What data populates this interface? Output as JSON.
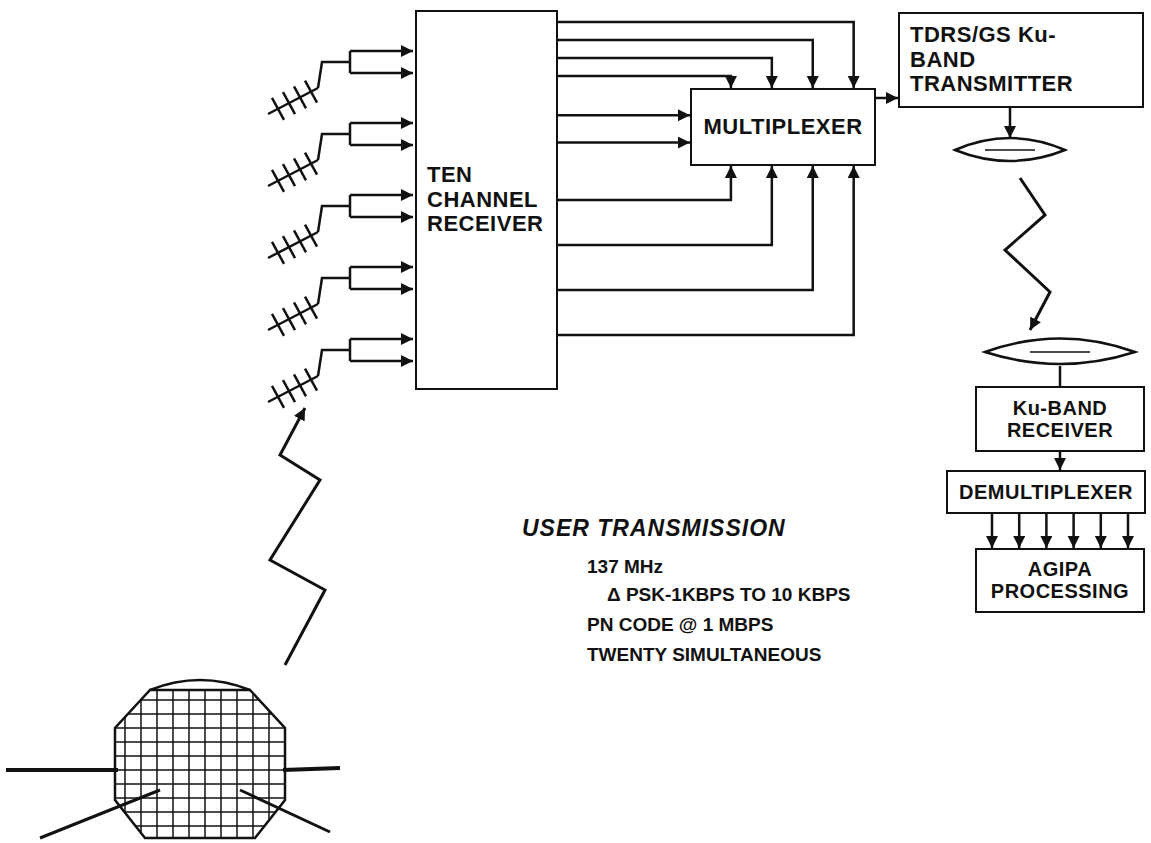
{
  "diagram": {
    "nodes": [
      {
        "text": [
          "TEN CHANNEL RECEIVER"
        ]
      },
      {
        "text": [
          "MULTIPLEXER"
        ]
      },
      {
        "text": [
          "TDRS/GS Ku-BAND TRANSMITTER"
        ]
      },
      {
        "text": [
          "Ku-BAND RECEIVER"
        ]
      },
      {
        "text": [
          "DEMULTIPLEXER"
        ]
      },
      {
        "text": [
          "AGIPA PROCESSING"
        ]
      }
    ],
    "edges": [
      {
        "from": 0,
        "to": 1,
        "arrow": "to"
      },
      {
        "from": 0,
        "to": 1,
        "arrow": "to"
      },
      {
        "from": 0,
        "to": 1,
        "arrow": "to"
      },
      {
        "from": 0,
        "to": 1,
        "arrow": "to"
      },
      {
        "from": 0,
        "to": 1,
        "arrow": "to"
      },
      {
        "from": 0,
        "to": 1,
        "arrow": "to"
      },
      {
        "from": 0,
        "to": 1,
        "arrow": "to"
      },
      {
        "from": 0,
        "to": 1,
        "arrow": "to"
      },
      {
        "from": 0,
        "to": 1,
        "arrow": "to"
      },
      {
        "from": 0,
        "to": 1,
        "arrow": "to"
      },
      {
        "from": 1,
        "to": 2,
        "arrow": "to"
      },
      {
        "from": 3,
        "to": 4,
        "arrow": "to"
      },
      {
        "from": 4,
        "to": 5,
        "arrow": "to"
      },
      {
        "from": 4,
        "to": 5,
        "arrow": "to"
      },
      {
        "from": 4,
        "to": 5,
        "arrow": "to"
      },
      {
        "from": 4,
        "to": 5,
        "arrow": "to"
      },
      {
        "from": 4,
        "to": 5,
        "arrow": "to"
      },
      {
        "from": 4,
        "to": 5,
        "arrow": "to"
      }
    ],
    "labels": [
      "USER TRANSMISSION",
      "137 MHz",
      "Δ PSK-1KBPS TO 10 KBPS",
      "PN CODE @ 1 MBPS",
      "TWENTY SIMULTANEOUS"
    ]
  }
}
